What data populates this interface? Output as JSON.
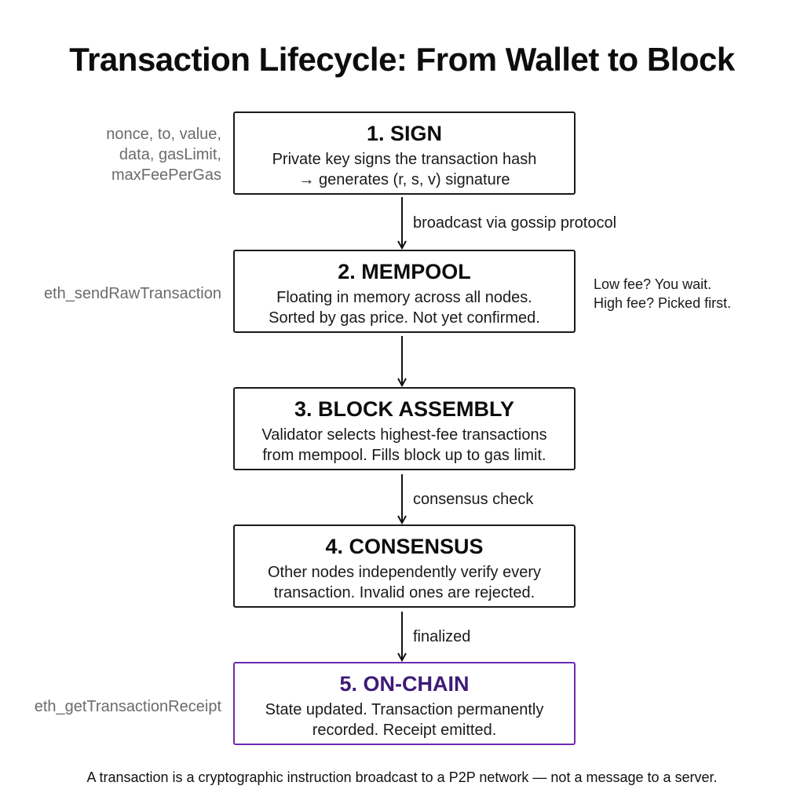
{
  "title": "Transaction Lifecycle: From Wallet to Block",
  "steps": [
    {
      "title": "1. SIGN",
      "lines": [
        "Private key signs the transaction hash",
        "→ generates (r, s, v) signature"
      ],
      "side_left": [
        "nonce, to, value,",
        "data, gasLimit,",
        "maxFeePerGas"
      ]
    },
    {
      "title": "2. MEMPOOL",
      "lines": [
        "Floating in memory across all nodes.",
        "Sorted by gas price. Not yet confirmed."
      ],
      "side_left": [
        "eth_sendRawTransaction"
      ],
      "side_right": [
        "Low fee? You wait.",
        "High fee? Picked first."
      ]
    },
    {
      "title": "3. BLOCK ASSEMBLY",
      "lines": [
        "Validator selects highest-fee transactions",
        "from mempool. Fills block up to gas limit."
      ]
    },
    {
      "title": "4. CONSENSUS",
      "lines": [
        "Other nodes independently verify every",
        "transaction. Invalid ones are rejected."
      ]
    },
    {
      "title": "5. ON-CHAIN",
      "lines": [
        "State updated. Transaction permanently",
        "recorded. Receipt emitted."
      ],
      "side_left": [
        "eth_getTransactionReceipt"
      ]
    }
  ],
  "arrows": [
    {
      "label": "broadcast via gossip protocol"
    },
    {
      "label": ""
    },
    {
      "label": "consensus check"
    },
    {
      "label": "finalized"
    }
  ],
  "footnote": "A transaction is a cryptographic instruction broadcast to a P2P network — not a message to a server.",
  "colors": {
    "box_border": "#1a1a1a",
    "final_border": "#6a2bb3",
    "final_title": "#3e1a78",
    "side_text": "#6b6b6b"
  }
}
